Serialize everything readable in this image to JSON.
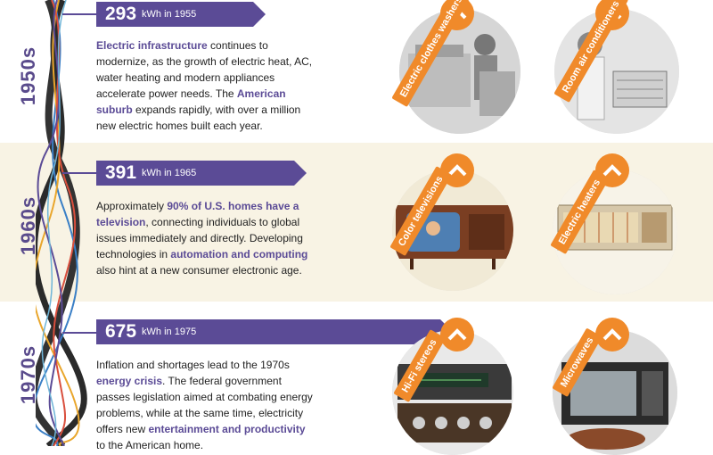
{
  "rows": [
    {
      "decade": "1950s",
      "kwh": "293",
      "kwh_label": "kWh in 1955",
      "text": [
        {
          "t": "Electric infrastructure",
          "hl": true
        },
        {
          "t": " continues to modernize, as the growth of electric heat, AC, water heating and modern appliances accelerate power needs. The ",
          "hl": false
        },
        {
          "t": "American suburb",
          "hl": true
        },
        {
          "t": " expands rapidly, with over a million new electric homes built each year.",
          "hl": false
        }
      ],
      "items": [
        {
          "label": "Electric clothes washers",
          "icon": "washer-photo"
        },
        {
          "label": "Room air conditioners",
          "icon": "air-conditioner-photo"
        }
      ]
    },
    {
      "decade": "1960s",
      "kwh": "391",
      "kwh_label": "kWh in 1965",
      "text": [
        {
          "t": "Approximately ",
          "hl": false
        },
        {
          "t": "90% of U.S. homes have a television",
          "hl": true
        },
        {
          "t": ", connecting individuals to global issues immediately and directly. Developing technologies in ",
          "hl": false
        },
        {
          "t": "automation and computing",
          "hl": true
        },
        {
          "t": " also hint at a new consumer electronic age.",
          "hl": false
        }
      ],
      "items": [
        {
          "label": "Color televisions",
          "icon": "television-photo"
        },
        {
          "label": "Electric heaters",
          "icon": "heater-photo"
        }
      ]
    },
    {
      "decade": "1970s",
      "kwh": "675",
      "kwh_label": "kWh in 1975",
      "text": [
        {
          "t": "Inflation and shortages lead to the 1970s ",
          "hl": false
        },
        {
          "t": "energy crisis",
          "hl": true
        },
        {
          "t": ". The federal government passes legislation aimed at combating energy problems, while at the same time, electricity offers new ",
          "hl": false
        },
        {
          "t": "entertainment and productivity",
          "hl": true
        },
        {
          "t": " to the American home.",
          "hl": false
        }
      ],
      "items": [
        {
          "label": "Hi-Fi stereos",
          "icon": "stereo-photo"
        },
        {
          "label": "Microwaves",
          "icon": "microwave-photo"
        }
      ]
    }
  ],
  "colors": {
    "purple": "#5b4b96",
    "orange": "#f08a2a",
    "cream": "#f8f3e4"
  }
}
